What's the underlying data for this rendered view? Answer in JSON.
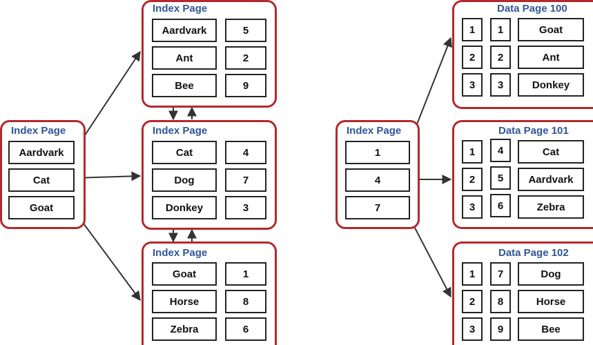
{
  "title_index": "Index Page",
  "colors": {
    "border": "#b3282d",
    "title": "#2f5597",
    "arrow": "#333333"
  },
  "left": {
    "root": {
      "title": "Index Page",
      "keys": [
        "Aardvark",
        "Cat",
        "Goat"
      ]
    },
    "leaves": [
      {
        "title": "Index Page",
        "rows": [
          [
            "Aardvark",
            "5"
          ],
          [
            "Ant",
            "2"
          ],
          [
            "Bee",
            "9"
          ]
        ]
      },
      {
        "title": "Index Page",
        "rows": [
          [
            "Cat",
            "4"
          ],
          [
            "Dog",
            "7"
          ],
          [
            "Donkey",
            "3"
          ]
        ]
      },
      {
        "title": "Index Page",
        "rows": [
          [
            "Goat",
            "1"
          ],
          [
            "Horse",
            "8"
          ],
          [
            "Zebra",
            "6"
          ]
        ]
      }
    ]
  },
  "right": {
    "root": {
      "title": "Index Page",
      "keys": [
        "1",
        "4",
        "7"
      ]
    },
    "data_pages": [
      {
        "title": "Data Page 100",
        "rows": [
          [
            "1",
            "1",
            "Goat"
          ],
          [
            "2",
            "2",
            "Ant"
          ],
          [
            "3",
            "3",
            "Donkey"
          ]
        ]
      },
      {
        "title": "Data Page 101",
        "rows": [
          [
            "1",
            "4",
            "Cat"
          ],
          [
            "2",
            "5",
            "Aardvark"
          ],
          [
            "3",
            "6",
            "Zebra"
          ]
        ]
      },
      {
        "title": "Data Page 102",
        "rows": [
          [
            "1",
            "7",
            "Dog"
          ],
          [
            "2",
            "8",
            "Horse"
          ],
          [
            "3",
            "9",
            "Bee"
          ]
        ]
      }
    ]
  }
}
